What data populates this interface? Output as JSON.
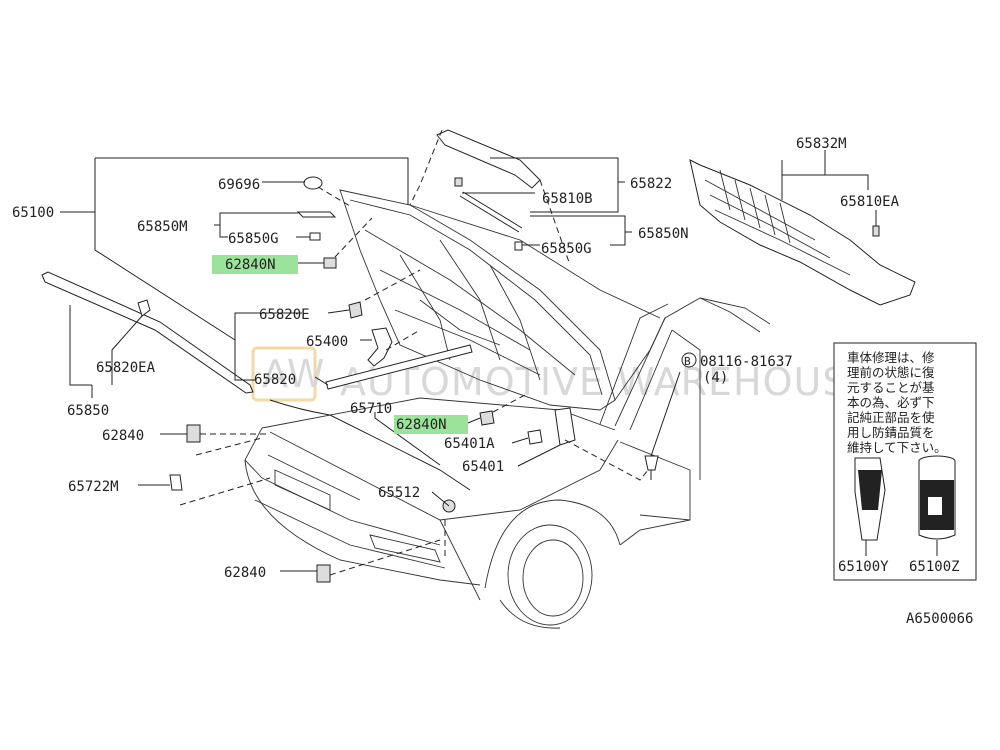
{
  "diagram_code": "A6500066",
  "watermark": {
    "logo": "AW",
    "text": "AUTOMOTIVE WAREHOUSE"
  },
  "parts": {
    "p65100": "65100",
    "p69696": "69696",
    "p65850M": "65850M",
    "p65850G_left": "65850G",
    "p62840N_top": "62840N",
    "p65820E": "65820E",
    "p65400": "65400",
    "p65820": "65820",
    "p65820EA": "65820EA",
    "p65850": "65850",
    "p62840_left": "62840",
    "p65722M": "65722M",
    "p62840_bottom": "62840",
    "p65822": "65822",
    "p65810B": "65810B",
    "p65850N": "65850N",
    "p65850G_right": "65850G",
    "p65832M": "65832M",
    "p65810EA": "65810EA",
    "p08116": "08116-81637",
    "p08116_qty": "(4)",
    "p08116_prefix": "B",
    "p65710": "65710",
    "p62840N_mid": "62840N",
    "p65401A": "65401A",
    "p65401": "65401",
    "p65512": "65512",
    "p65100Y": "65100Y",
    "p65100Z": "65100Z"
  },
  "highlighted_parts": [
    "62840N"
  ],
  "colors": {
    "highlight": "#9be39b",
    "line": "#222222",
    "watermark": "#d8d8d8"
  },
  "repair_note": {
    "lines": [
      "車体修理は、修",
      "理前の状態に復",
      "元することが基",
      "本の為、必ず下",
      "記純正部品を使",
      "用し防錆品質を",
      "維持して下さい。"
    ]
  }
}
